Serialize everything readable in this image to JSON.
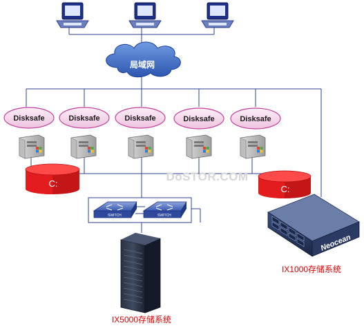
{
  "network": {
    "lan_label": "局域网"
  },
  "servers": [
    {
      "label": "Disksafe"
    },
    {
      "label": "Disksafe"
    },
    {
      "label": "Disksafe"
    },
    {
      "label": "Disksafe"
    },
    {
      "label": "Disksafe"
    }
  ],
  "disks": {
    "left_label": "C:",
    "right_label": "C:"
  },
  "switches": {
    "left_label": "SWITCH",
    "right_label": "SWITCH"
  },
  "storage": {
    "ix5000_label": "IX5000存储系统",
    "ix1000_label": "IX1000存储系统",
    "neocean_brand": "Neocean"
  },
  "watermark": "DoSTOR.COM",
  "colors": {
    "line": "#2b3f8f",
    "cloud": "#3f6fc8",
    "disksafe_fill": "#f3d9ea",
    "disksafe_stroke": "#c2409a",
    "disk_red": "#e31d1d",
    "caption_red": "#d40000",
    "monitor_blue": "#1e2f88"
  }
}
